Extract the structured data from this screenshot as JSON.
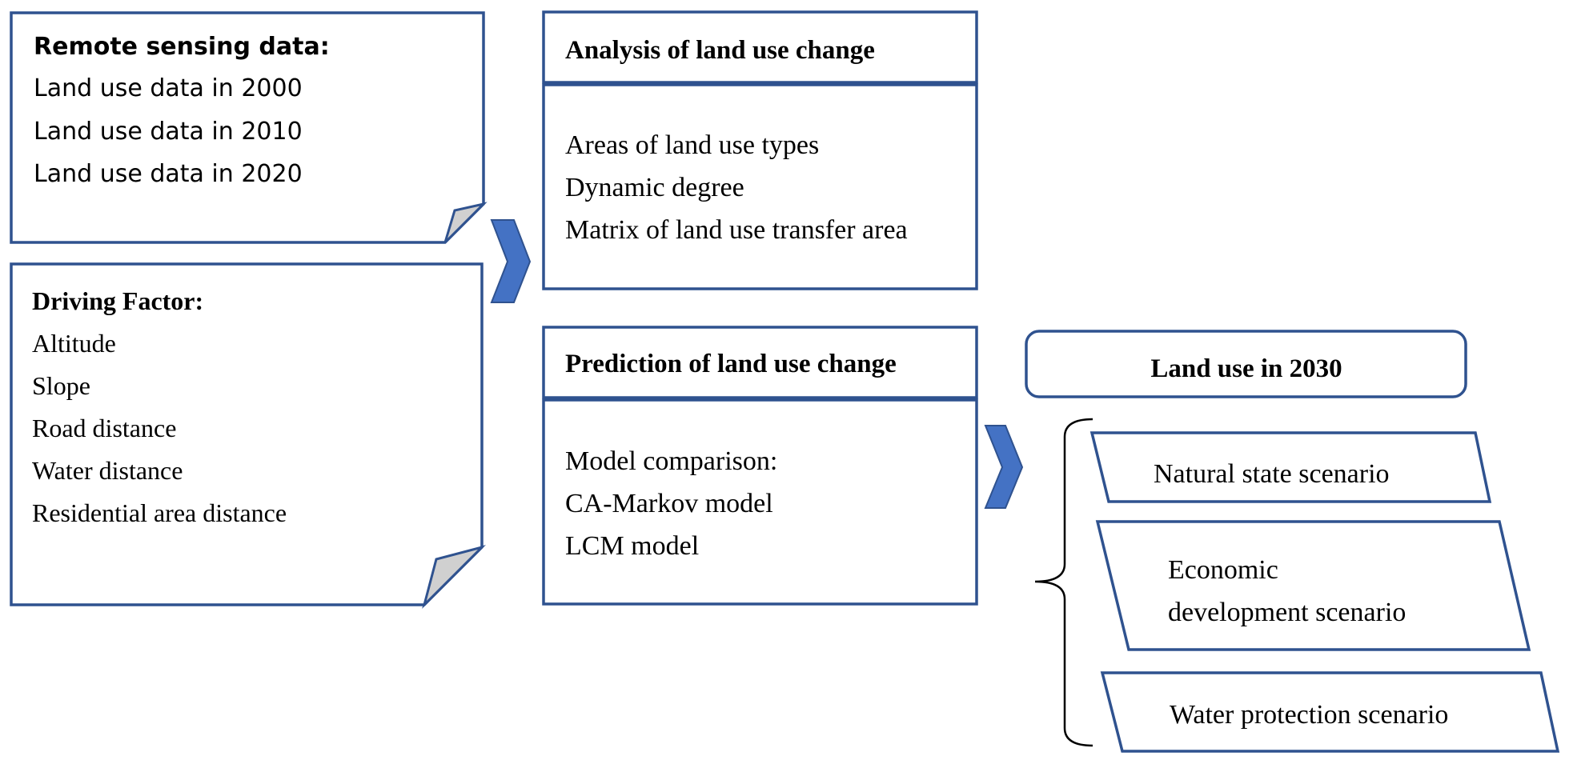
{
  "colors": {
    "border": "#2f528f",
    "arrow": "#4472c4",
    "fold": "#d0d0d0",
    "text": "#000000",
    "background": "#ffffff"
  },
  "remote_sensing": {
    "title": "Remote sensing data:",
    "items": [
      "Land use data in 2000",
      "Land use data in 2010",
      "Land use data in 2020"
    ]
  },
  "driving_factor": {
    "title": "Driving Factor:",
    "items": [
      "Altitude",
      "Slope",
      "Road distance",
      "Water distance",
      "Residential area distance"
    ]
  },
  "analysis": {
    "title": "Analysis of land use change",
    "items": [
      "Areas of land use types",
      "Dynamic degree",
      "Matrix of land use transfer area"
    ]
  },
  "prediction": {
    "title": "Prediction of land use change",
    "items": [
      "Model comparison:",
      "CA-Markov model",
      "LCM model"
    ]
  },
  "land_use_2030": {
    "title": "Land use in 2030"
  },
  "scenarios": {
    "natural": "Natural state scenario",
    "economic_line1": "Economic",
    "economic_line2": "development scenario",
    "water": "Water protection scenario"
  },
  "icons": {
    "arrow1": "chevron-right-icon",
    "arrow2": "chevron-right-icon",
    "brace": "curly-brace-icon"
  }
}
